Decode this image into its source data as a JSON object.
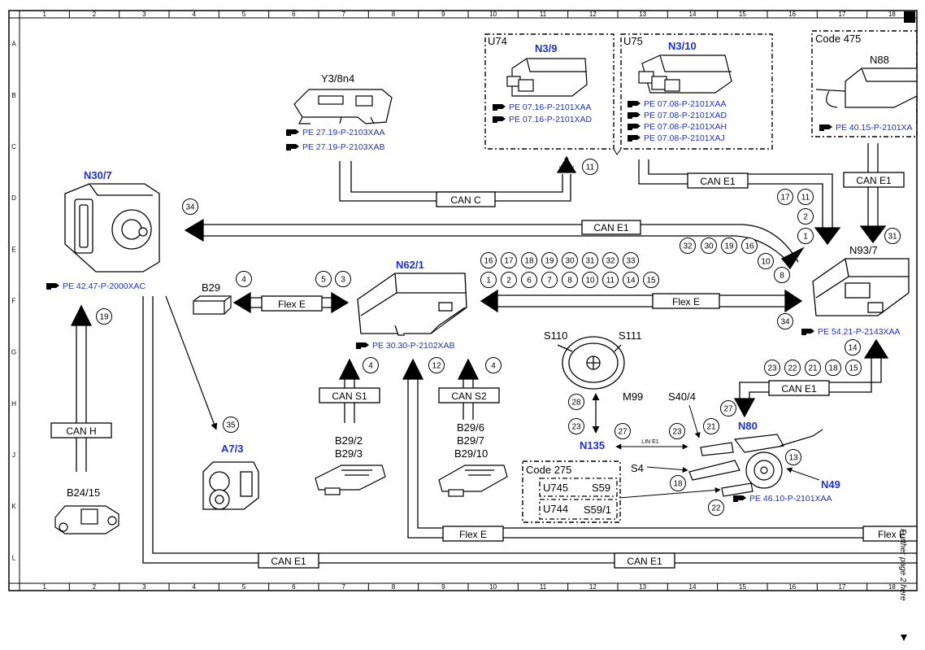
{
  "grid": {
    "columns": [
      "1",
      "2",
      "3",
      "4",
      "5",
      "6",
      "7",
      "8",
      "9",
      "10",
      "11",
      "12",
      "13",
      "14",
      "15",
      "16",
      "17",
      "18"
    ],
    "rows": [
      "A",
      "B",
      "C",
      "D",
      "E",
      "F",
      "G",
      "H",
      "J",
      "K",
      "L"
    ]
  },
  "components": {
    "n30_7": "N30/7",
    "y3_8n4": "Y3/8n4",
    "n3_9": "N3/9",
    "n3_10": "N3/10",
    "n88": "N88",
    "n93_7": "N93/7",
    "n62_1": "N62/1",
    "b29": "B29",
    "a7_3": "A7/3",
    "b24_15": "B24/15",
    "b29_2": "B29/2",
    "b29_3": "B29/3",
    "b29_6": "B29/6",
    "b29_7": "B29/7",
    "b29_10": "B29/10",
    "s110": "S110",
    "s111": "S111",
    "m99": "M99",
    "n135": "N135",
    "s40_4": "S40/4",
    "n80": "N80",
    "s4": "S4",
    "n49": "N49"
  },
  "groups": {
    "u74": "U74",
    "u75": "U75",
    "code475": "Code 475",
    "code275": "Code 275",
    "u745": "U745",
    "s59": "S59",
    "u744": "U744",
    "s59_1": "S59/1"
  },
  "refs": {
    "y3_a": "PE 27.19-P-2103XAA",
    "y3_b": "PE 27.19-P-2103XAB",
    "n39_a": "PE 07.16-P-2101XAA",
    "n39_b": "PE 07.16-P-2101XAD",
    "n310_a": "PE 07.08-P-2101XAA",
    "n310_b": "PE 07.08-P-2101XAD",
    "n310_c": "PE 07.08-P-2101XAH",
    "n310_d": "PE 07.08-P-2101XAJ",
    "n88": "PE 40.15-P-2101XA",
    "n30": "PE 42.47-P-2000XAC",
    "n62": "PE 30.30-P-2102XAB",
    "n93": "PE 54.21-P-2143XAA",
    "n80": "PE 46.10-P-2101XAA"
  },
  "buses": {
    "can_c": "CAN C",
    "can_e1_top": "CAN E1",
    "can_e1_right": "CAN E1",
    "can_e1_main": "CAN E1",
    "flex_e_left": "Flex E",
    "flex_e_right": "Flex E",
    "can_s1": "CAN S1",
    "can_s2": "CAN S2",
    "can_h": "CAN H",
    "can_e1_n80": "CAN E1",
    "lin_e1": "LIN E1",
    "flex_e_bottom": "Flex E",
    "flex_e_bottom_right": "Flex E",
    "can_e1_bottom_left": "CAN E1",
    "can_e1_bottom_right": "CAN E1"
  },
  "circles": {
    "c11_top": "11",
    "c34": "34",
    "c17a": "17",
    "c11a": "11",
    "c2a": "2",
    "c1a": "1",
    "c31_right": "31",
    "c32a": "32",
    "c30a": "30",
    "c19a": "19",
    "c16a": "16",
    "c10a": "10",
    "c8a": "8",
    "c34_right": "34",
    "r1_16": "16",
    "r1_17": "17",
    "r1_18": "18",
    "r1_19": "19",
    "r1_30": "30",
    "r1_31": "31",
    "r1_32": "32",
    "r1_33": "33",
    "r2_1": "1",
    "r2_2": "2",
    "r2_6": "6",
    "r2_7": "7",
    "r2_8": "8",
    "r2_10": "10",
    "r2_11": "11",
    "r2_14": "14",
    "r2_15": "15",
    "c4_b29": "4",
    "c5": "5",
    "c3": "3",
    "c19_left": "19",
    "c35": "35",
    "c4_s1": "4",
    "c12": "12",
    "c4_s2": "4",
    "c14": "14",
    "c23a": "23",
    "c22a": "22",
    "c21a": "21",
    "c18a": "18",
    "c15a": "15",
    "c27_n80": "27",
    "c28": "28",
    "c23_m99": "23",
    "c27_lin": "27",
    "c23_lin": "23",
    "c21_s40": "21",
    "c13": "13",
    "c18_s4": "18",
    "c22_s59": "22"
  },
  "side_note": "Further page 2 here"
}
